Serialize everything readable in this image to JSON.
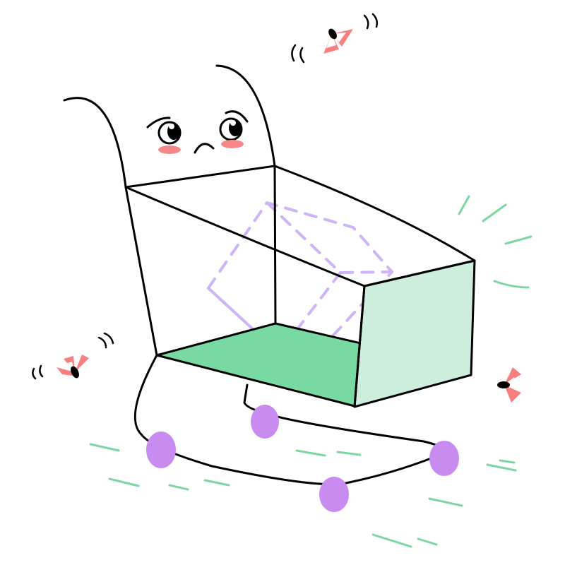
{
  "illustration": {
    "subject": "sad-shopping-cart",
    "mood": "worried",
    "state": "empty"
  },
  "colors": {
    "background": "#ffffff",
    "outline": "#000000",
    "cart_floor": "#79d9a2",
    "cart_front_panel": "#cdeedd",
    "wheels": "#c88bf0",
    "ghost_box": "#cfb3f7",
    "cheeks": "#f7888a",
    "flies": "#f77f80",
    "motion_lines": "#7dd6a0"
  },
  "icons": [
    "fly-icon",
    "motion-lines-icon",
    "dashed-box-icon",
    "cart-face-icon"
  ]
}
